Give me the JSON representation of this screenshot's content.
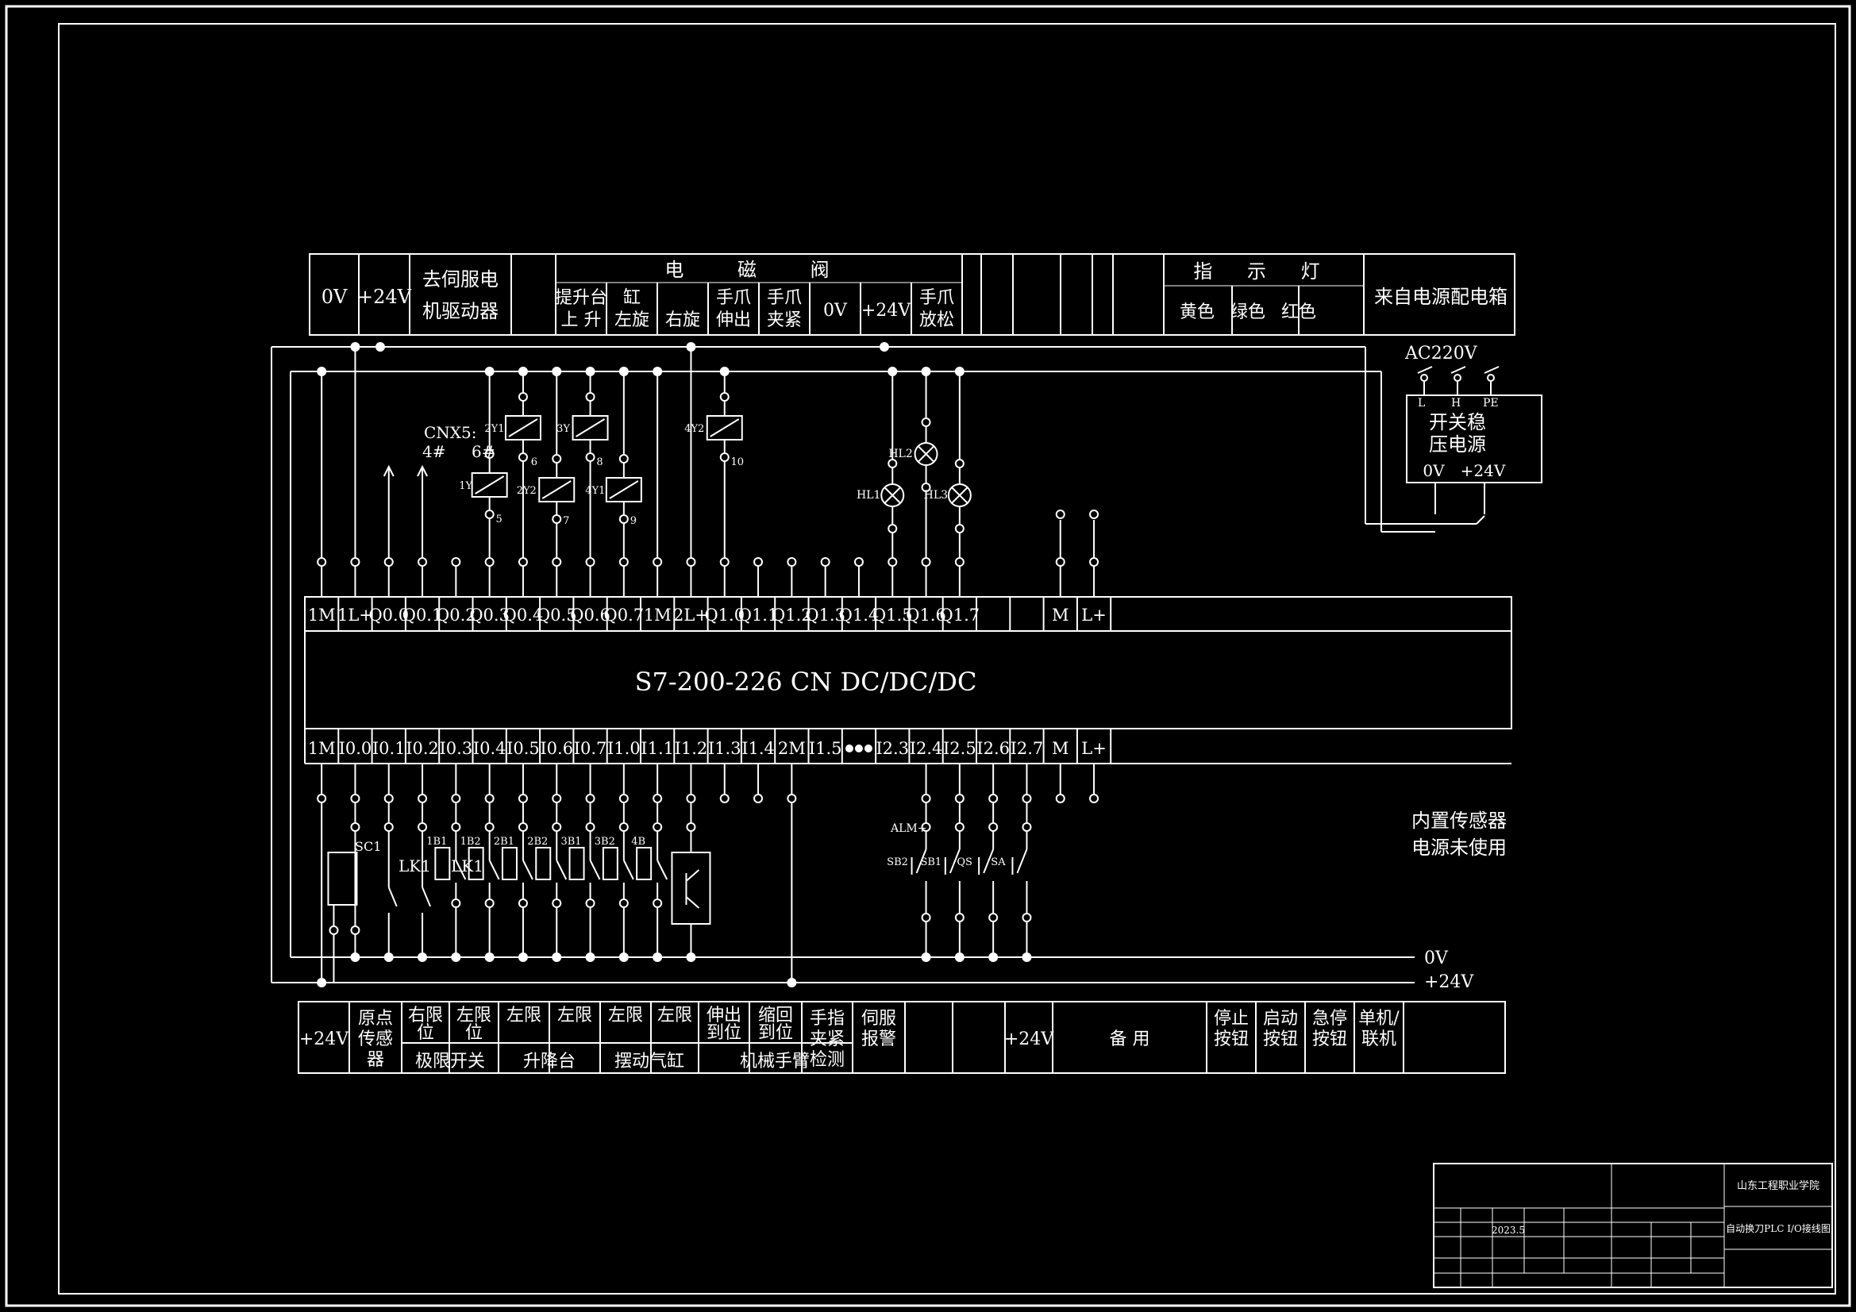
{
  "plc": {
    "model": "S7-200-226 CN DC/DC/DC",
    "outputs": [
      "1M",
      "1L+",
      "Q0.0",
      "Q0.1",
      "Q0.2",
      "Q0.3",
      "Q0.4",
      "Q0.5",
      "Q0.6",
      "Q0.7",
      "1M",
      "2L+",
      "Q1.0",
      "Q1.1",
      "Q1.2",
      "Q1.3",
      "Q1.4",
      "Q1.5",
      "Q1.6",
      "Q1.7",
      "",
      "",
      "M",
      "L+"
    ],
    "inputs": [
      "1M",
      "I0.0",
      "I0.1",
      "I0.2",
      "I0.3",
      "I0.4",
      "I0.5",
      "I0.6",
      "I0.7",
      "I1.0",
      "I1.1",
      "I1.2",
      "I1.3",
      "I1.4",
      "2M",
      "I1.5",
      "",
      "I2.3",
      "I2.4",
      "I2.5",
      "I2.6",
      "I2.7",
      "M",
      "L+"
    ]
  },
  "top_table": {
    "ov": "0V",
    "p24": "+24V",
    "servo": [
      "去伺服电",
      "机驱动器"
    ],
    "valve_group": "电 磁 阀",
    "valve_cells": [
      [
        "提升台",
        "上 升"
      ],
      [
        "缸",
        "左旋"
      ],
      [
        "",
        "右旋"
      ],
      [
        "手爪",
        "伸出"
      ],
      [
        "手爪",
        "夹紧"
      ],
      [
        "0V",
        ""
      ],
      [
        "+24V",
        ""
      ],
      [
        "手爪",
        "放松"
      ]
    ],
    "lamp_group": "指 示 灯",
    "lamp_cells": [
      "黄色",
      "绿色",
      "红色"
    ],
    "power": "来自电源配电箱"
  },
  "bottom_table": {
    "cells": [
      [
        "+24V"
      ],
      [
        "原点",
        "传感",
        "器"
      ],
      [
        "右限",
        "位"
      ],
      [
        "左限",
        "位"
      ],
      [
        "左限"
      ],
      [
        "左限"
      ],
      [
        "左限"
      ],
      [
        "左限"
      ],
      [
        "伸出",
        "到位"
      ],
      [
        "缩回",
        "到位"
      ],
      [
        "手指",
        "夹紧",
        "检测"
      ],
      [
        "伺服",
        "报警"
      ],
      [
        ""
      ],
      [
        ""
      ],
      [
        "+24V"
      ],
      [
        "备 用"
      ],
      [
        "停止",
        "按钮"
      ],
      [
        "启动",
        "按钮"
      ],
      [
        "急停",
        "按钮"
      ],
      [
        "单机/",
        "联机"
      ]
    ],
    "groups": [
      "极限开关",
      "升降台",
      "摆动气缸",
      "机械手臂"
    ]
  },
  "labels": {
    "cnx5": "CNX5:",
    "cnx_pins": [
      "4#",
      "6#"
    ],
    "ac220": "AC220V",
    "psu_pins": [
      "L",
      "H",
      "PE"
    ],
    "psu_name": [
      "开关稳",
      "压电源"
    ],
    "psu_out": [
      "0V",
      "+24V"
    ],
    "coils": [
      "1Y",
      "2Y1",
      "2Y2",
      "3Y",
      "4Y1",
      "4Y2"
    ],
    "coil_terms": [
      "5",
      "6",
      "7",
      "8",
      "9",
      "10"
    ],
    "lamps": [
      "HL1",
      "HL2",
      "HL3"
    ],
    "alm": "ALM+",
    "sensor_sc": "SC1",
    "limit_switches": [
      "LK1",
      "LK1"
    ],
    "prox": [
      "1B1",
      "1B2",
      "2B1",
      "2B2",
      "3B1",
      "3B2",
      "4B"
    ],
    "buttons": [
      "SB2",
      "SB1",
      "QS",
      "SA"
    ],
    "internal": [
      "内置传感器",
      "电源未使用"
    ],
    "bus_0v": "0V",
    "bus_24v": "+24V"
  },
  "title_block": {
    "school": "山东工程职业学院",
    "drawing": "自动换刀PLC I/O接线图",
    "date": "2023.5"
  }
}
